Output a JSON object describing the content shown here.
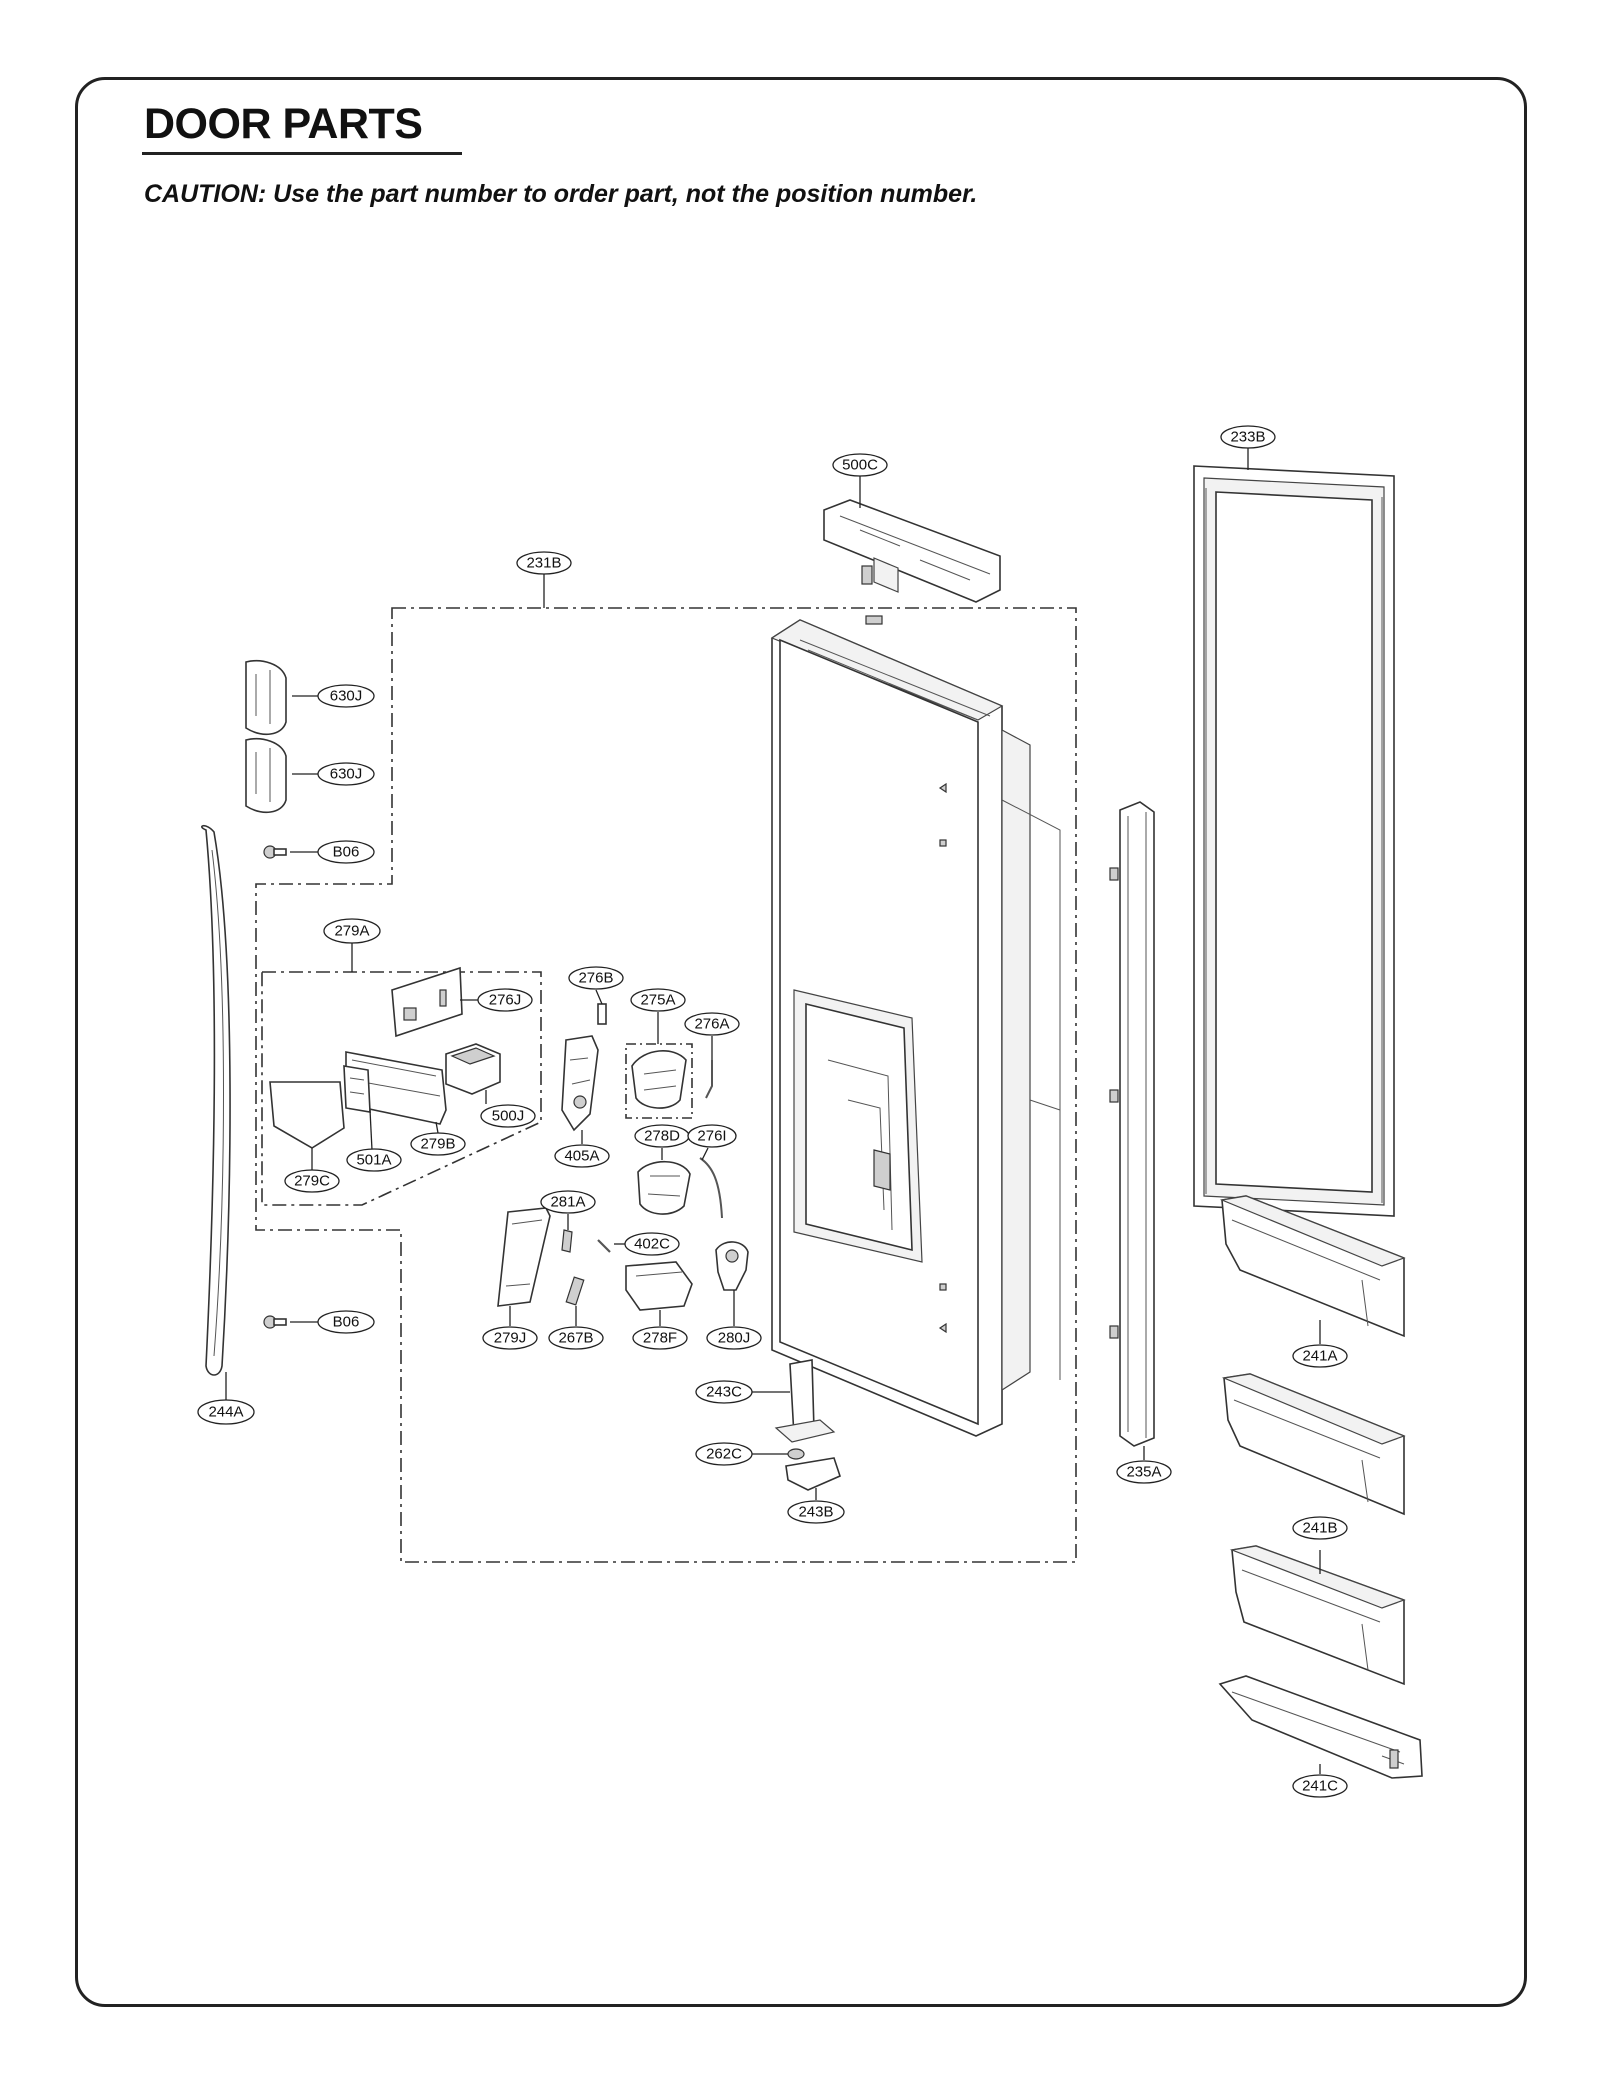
{
  "page": {
    "title": "DOOR PARTS",
    "caution": "CAUTION: Use the part number to order part, not the position number."
  },
  "callouts": {
    "c233B": "233B",
    "c500C": "500C",
    "c231B": "231B",
    "c630J_1": "630J",
    "c630J_2": "630J",
    "cB06_1": "B06",
    "c279A": "279A",
    "c276J": "276J",
    "c276B": "276B",
    "c275A": "275A",
    "c276A": "276A",
    "c500J": "500J",
    "c279B": "279B",
    "c501A": "501A",
    "c279C": "279C",
    "c405A": "405A",
    "c278D": "278D",
    "c276I": "276I",
    "c281A": "281A",
    "c402C": "402C",
    "cB06_2": "B06",
    "c279J": "279J",
    "c267B": "267B",
    "c278F": "278F",
    "c280J": "280J",
    "c244A": "244A",
    "c243C": "243C",
    "c262C": "262C",
    "c243B": "243B",
    "c235A": "235A",
    "c241A": "241A",
    "c241B": "241B",
    "c241C": "241C"
  }
}
